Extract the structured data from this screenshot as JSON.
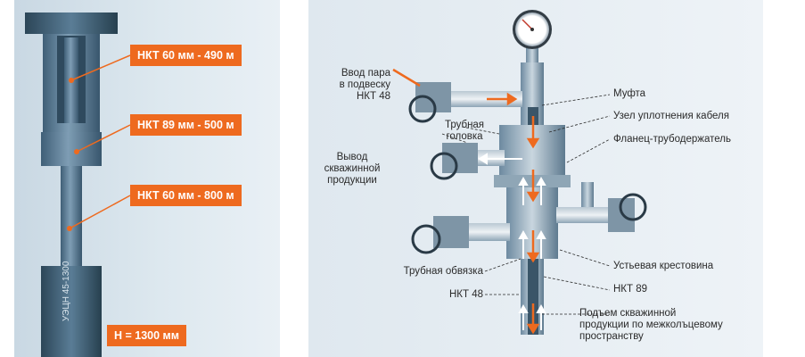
{
  "left": {
    "tags": [
      "НКТ 60 мм - 490 м",
      "НКТ 89 мм - 500 м",
      "НКТ 60 мм - 800 м"
    ],
    "pump_label": "УЭЦН 45-1300",
    "depth_label": "Н = 1300 мм"
  },
  "right": {
    "labels": {
      "steam_input": "Ввод пара\nв подвеску\nНКТ 48",
      "tubing_head": "Трубная\nголовка",
      "well_output": "Вывод\nскважинной\nпродукции",
      "tubing_binding": "Трубная обвязка",
      "nkt48": "НКТ 48",
      "coupling": "Муфта",
      "cable_seal": "Узел уплотнения кабеля",
      "flange_holder": "Фланец-трубодержатель",
      "wellhead_cross": "Устьевая крестовина",
      "nkt89": "НКТ 89",
      "lift_text": "Подъем скважинной\nпродукции по межколъцевому\nпространству"
    }
  },
  "colors": {
    "accent": "#ee6a1f",
    "steel": "#5d7f99",
    "steel_dark": "#2f4a5e"
  }
}
